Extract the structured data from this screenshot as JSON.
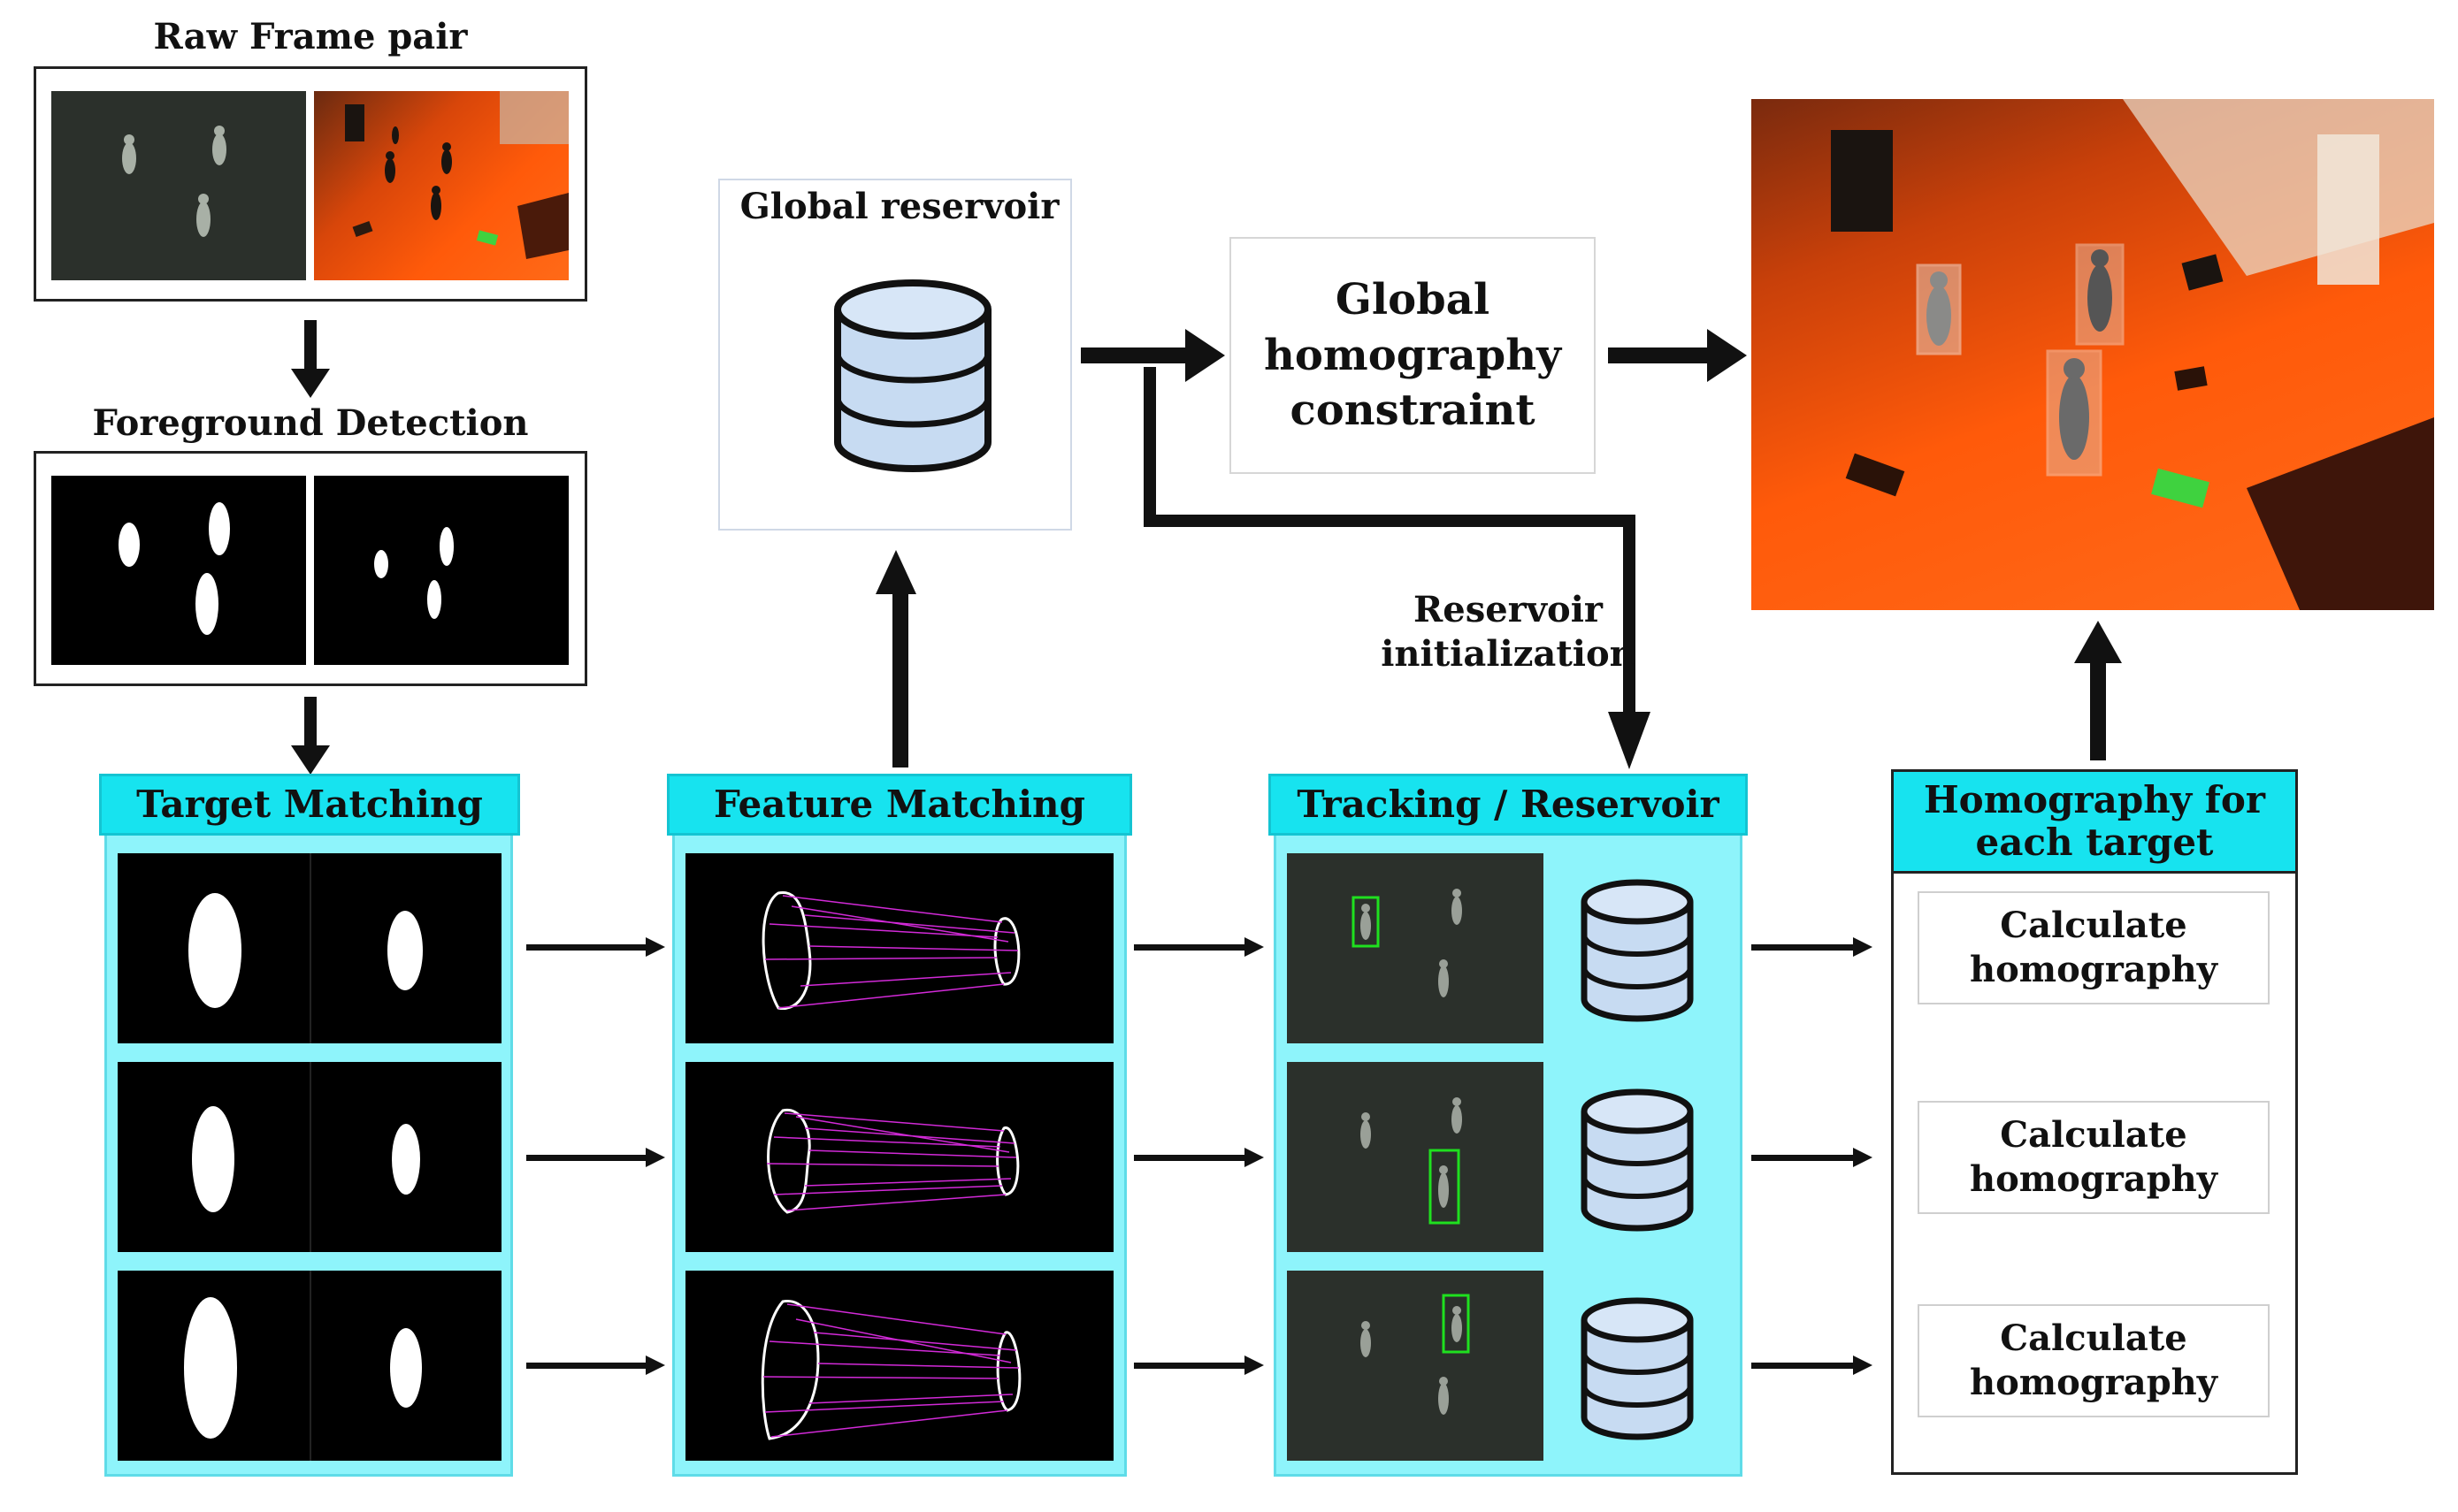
{
  "raw_frame_pair": {
    "title": "Raw Frame pair"
  },
  "foreground_detection": {
    "title": "Foreground Detection"
  },
  "global_reservoir": {
    "title": "Global reservoir"
  },
  "global_homography": {
    "line1": "Global",
    "line2": "homography",
    "line3": "constraint"
  },
  "reservoir_init": {
    "line1": "Reservoir",
    "line2": "initialization"
  },
  "stages": {
    "target_matching": "Target Matching",
    "feature_matching": "Feature Matching",
    "tracking_reservoir": "Tracking  / Reservoir",
    "homography_each": {
      "line1": "Homography for",
      "line2": "each target"
    }
  },
  "calc_boxes": [
    {
      "line1": "Calculate",
      "line2": "homography"
    },
    {
      "line1": "Calculate",
      "line2": "homography"
    },
    {
      "line1": "Calculate",
      "line2": "homography"
    }
  ],
  "colors": {
    "cyan_header": "#17e3ef",
    "cyan_body": "#8ef4fb",
    "thermal_bg": "#2b302b",
    "visible_orange": "#ff5a0a",
    "match_line": "#d22ad8",
    "bbox_green": "#1fe01f",
    "db_fill": "#c7dbf2"
  },
  "icons": [
    "database-icon",
    "arrow-down-icon",
    "arrow-up-icon",
    "arrow-right-icon"
  ]
}
